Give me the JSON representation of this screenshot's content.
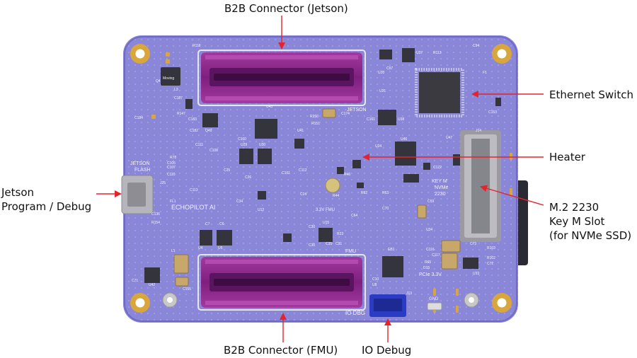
{
  "callouts": {
    "b2b_jetson": "B2B Connector (Jetson)",
    "ethernet_switch": "Ethernet Switch",
    "heater": "Heater",
    "m2_slot": [
      "M.2 2230",
      "Key M Slot",
      "(for NVMe SSD)"
    ],
    "jetson_debug": [
      "Jetson",
      "Program / Debug"
    ],
    "b2b_fmu": "B2B Connector (FMU)",
    "io_debug": "IO Debug"
  },
  "silkscreen": {
    "brand": "ECHOPILOT AI",
    "jetson_flash": [
      "JETSON",
      "FLASH"
    ],
    "jetson_label": "JETSON",
    "fmu_label": "FMU",
    "io_dbg": "IO DBG",
    "key_m": [
      "KEY M",
      "NVMe",
      "2230"
    ],
    "pcie": "PCIe 3.3V",
    "gnd": "GND",
    "v33_fmu": "3.3V FMU",
    "moving": "Moving",
    "refs": [
      "R118",
      "U37",
      "R113",
      "C94",
      "F1",
      "C153",
      "C174",
      "U38",
      "C161",
      "J14",
      "U46",
      "C122",
      "U47",
      "C183",
      "C160",
      "U29",
      "U30",
      "U43",
      "C184",
      "C111",
      "C108",
      "C105",
      "C107",
      "C110",
      "C113",
      "FL1",
      "C136",
      "R154",
      "C155",
      "U42",
      "C71",
      "L1",
      "C7",
      "C6",
      "U4",
      "U5",
      "U15",
      "U33",
      "U34",
      "C116",
      "C117",
      "R103",
      "R102",
      "C72",
      "R65",
      "D15",
      "C10",
      "U8",
      "J13",
      "EB1",
      "R44",
      "R46",
      "U24",
      "C97",
      "U20",
      "U21",
      "L3",
      "C187",
      "Q4",
      "R147",
      "C182",
      "Q49",
      "R150",
      "R151",
      "U41",
      "C101",
      "C112",
      "C24",
      "R62",
      "R63",
      "C70",
      "C64",
      "C30",
      "R23",
      "C31",
      "C35",
      "C30",
      "C59",
      "C73",
      "J25",
      "R78",
      "U12",
      "C34",
      "C25",
      "C26"
    ]
  }
}
